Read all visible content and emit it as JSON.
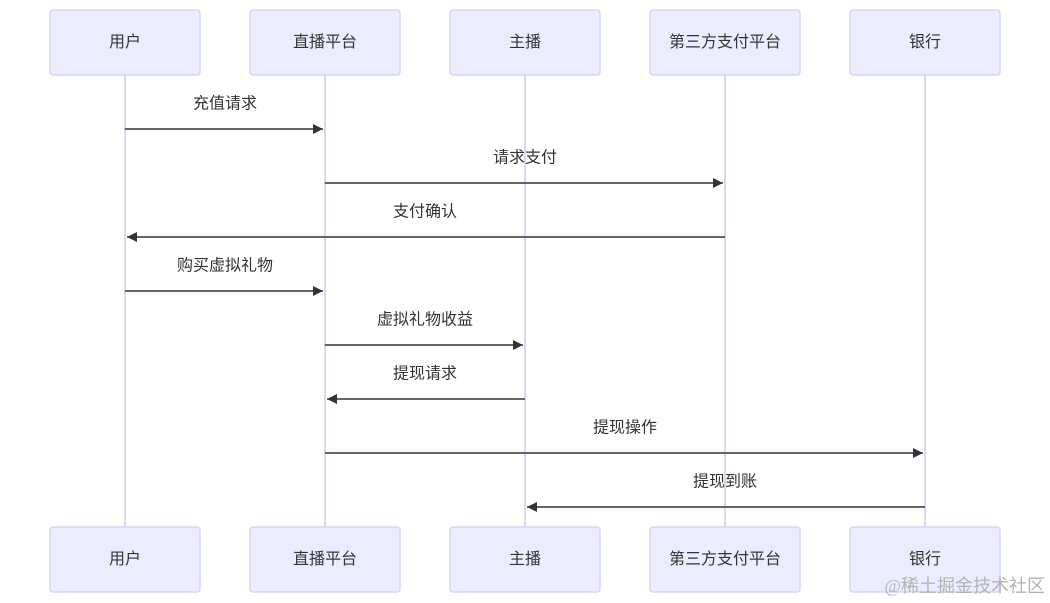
{
  "participants": [
    {
      "label": "用户"
    },
    {
      "label": "直播平台"
    },
    {
      "label": "主播"
    },
    {
      "label": "第三方支付平台"
    },
    {
      "label": "银行"
    }
  ],
  "messages": [
    {
      "from": 0,
      "to": 1,
      "label": "充值请求"
    },
    {
      "from": 1,
      "to": 3,
      "label": "请求支付"
    },
    {
      "from": 3,
      "to": 0,
      "label": "支付确认"
    },
    {
      "from": 0,
      "to": 1,
      "label": "购买虚拟礼物"
    },
    {
      "from": 1,
      "to": 2,
      "label": "虚拟礼物收益"
    },
    {
      "from": 2,
      "to": 1,
      "label": "提现请求"
    },
    {
      "from": 1,
      "to": 4,
      "label": "提现操作"
    },
    {
      "from": 4,
      "to": 2,
      "label": "提现到账"
    }
  ],
  "watermark": "@稀土掘金技术社区",
  "colors": {
    "box_fill": "#ECECFF",
    "box_stroke": "#D9D4F2",
    "lifeline": "#CFCCE3",
    "arrow": "#333333",
    "text": "#333333",
    "watermark": "#B3B3B3"
  }
}
